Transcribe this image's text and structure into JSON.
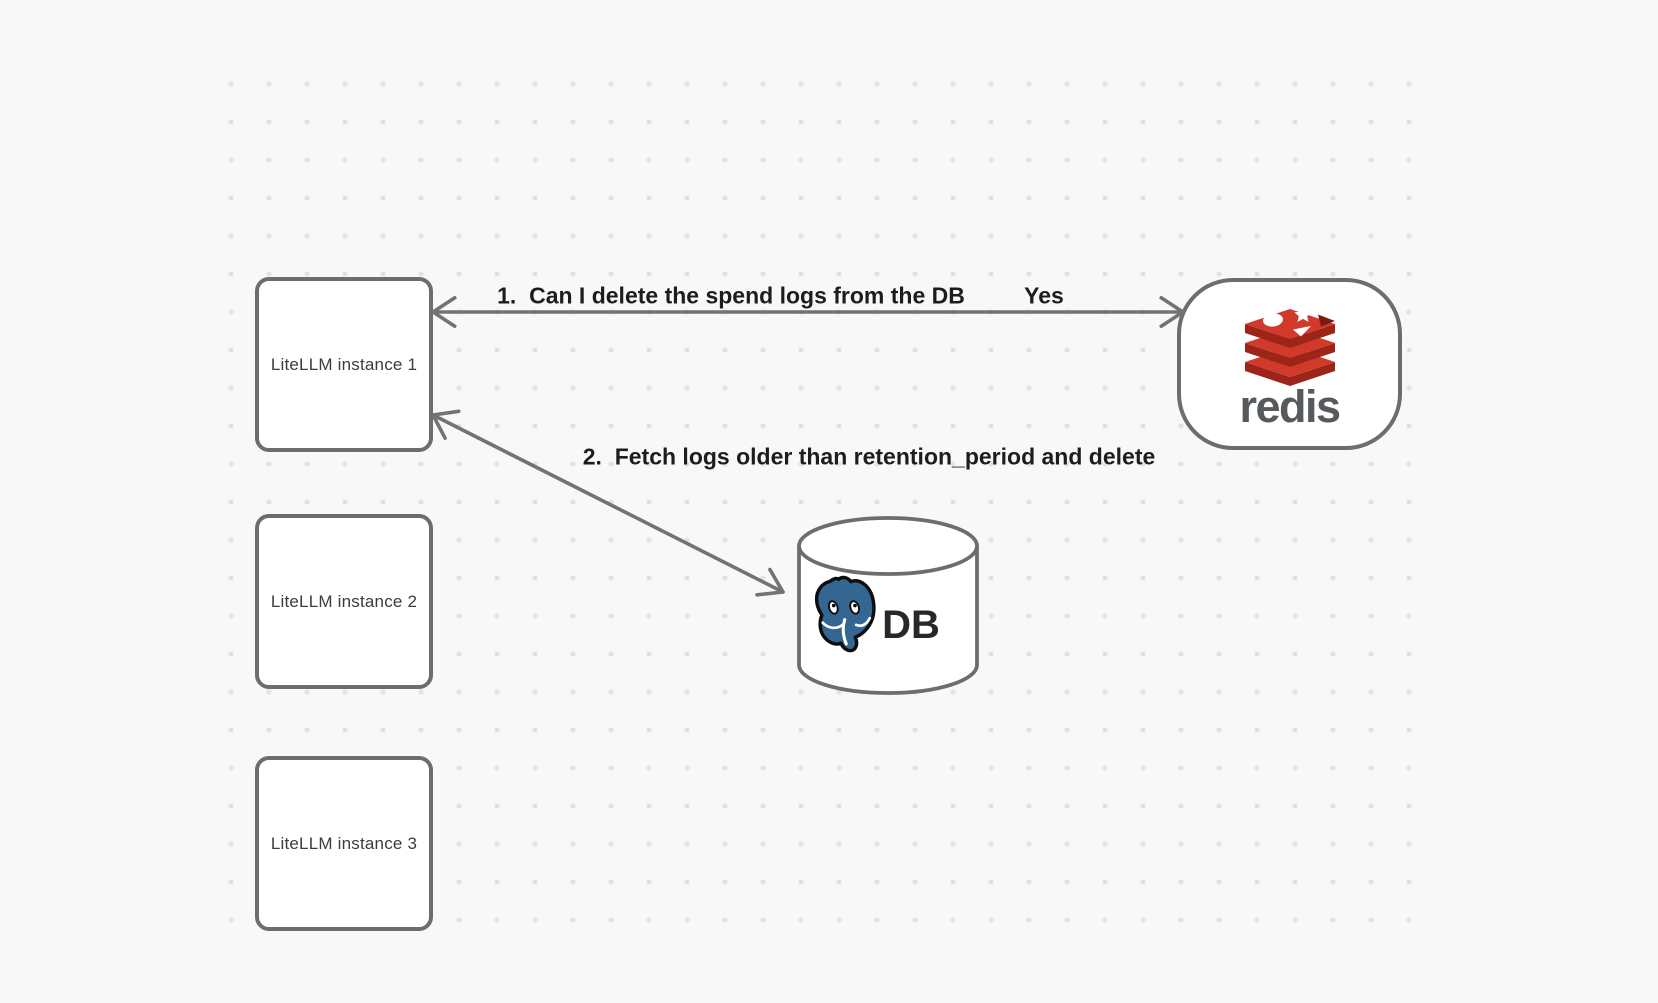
{
  "canvas": {
    "background_color": "#f8f8f8",
    "dot_color": "#e3e3e3"
  },
  "nodes": {
    "instances": [
      {
        "label": "LiteLLM instance 1"
      },
      {
        "label": "LiteLLM instance 2"
      },
      {
        "label": "LiteLLM instance 3"
      }
    ],
    "redis": {
      "wordmark": "redis"
    },
    "database": {
      "label": "DB"
    }
  },
  "arrows": {
    "redis_query": {
      "label": "1.  Can I delete the spend logs from the DB",
      "response": "Yes"
    },
    "db_fetch": {
      "label": "2.  Fetch logs older than retention_period and delete"
    }
  },
  "icons": {
    "redis_logo": "redis-stack-icon",
    "postgres_logo": "postgresql-elephant-icon",
    "database_shape": "cylinder"
  },
  "colors": {
    "node_border": "#6d6d6d",
    "arrow": "#737373",
    "arrow_label_text": "#1d1d1d",
    "node_label_text": "#3c3c3c",
    "redis_red": "#d13a2a",
    "redis_red_dark": "#9c2418",
    "redis_notch": "#7c1a10",
    "redis_wordmark": "#565a5d",
    "postgres_blue": "#336791",
    "db_label_text": "#282828"
  }
}
